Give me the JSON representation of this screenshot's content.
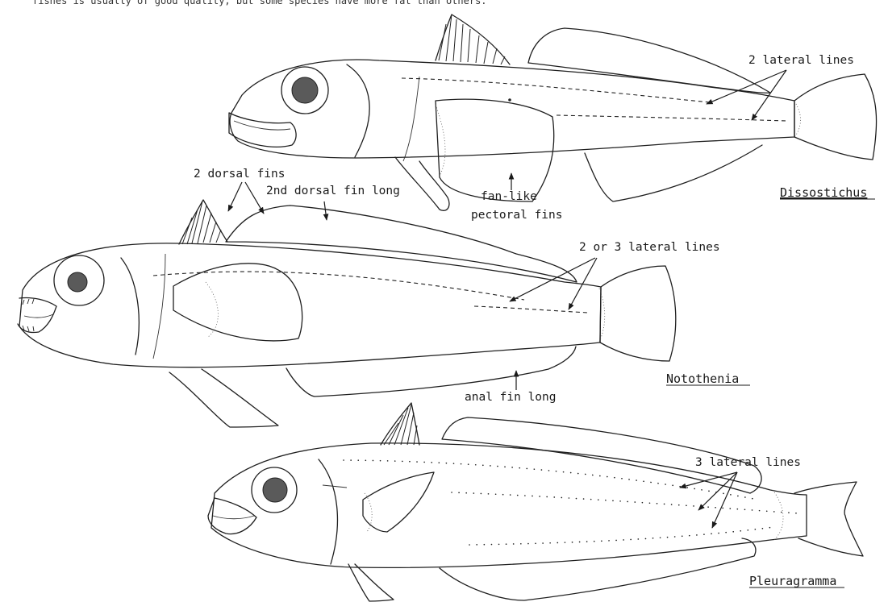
{
  "top_text": "fishes is usually of good quality, but some species have more fat than others.",
  "fish": {
    "dissostichus": {
      "name": "Dissostichus",
      "lateral_lines": "2 lateral lines",
      "pectoral": [
        "fan-like",
        "pectoral fins"
      ]
    },
    "notothenia": {
      "name": "Notothenia",
      "dorsal_fins": "2 dorsal fins",
      "dorsal_long": "2nd dorsal fin long",
      "lateral_lines": "2 or 3 lateral lines",
      "anal": "anal fin long"
    },
    "pleuragramma": {
      "name": "Pleuragramma",
      "lateral_lines": "3 lateral lines"
    }
  },
  "colors": {
    "ink": "#1a1a1a",
    "eye": "#5a5a5a",
    "paper": "#ffffff"
  }
}
